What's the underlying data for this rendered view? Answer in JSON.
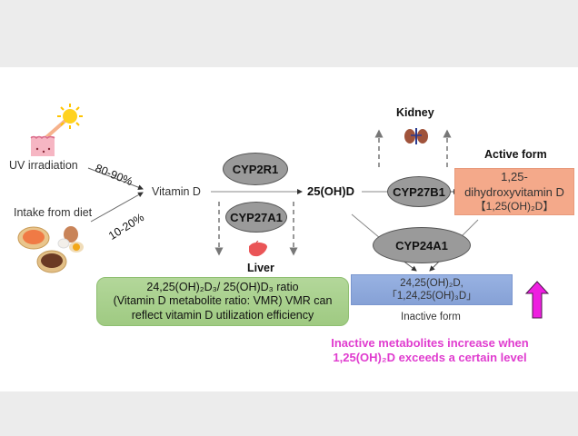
{
  "inputs": {
    "uv": {
      "label": "UV irradiation",
      "percent": "80-90%"
    },
    "diet": {
      "label": "Intake from diet",
      "percent": "10-20%"
    }
  },
  "vitamin_d": "Vitamin D",
  "liver": {
    "label": "Liver",
    "enzymes": [
      "CYP2R1",
      "CYP27A1"
    ]
  },
  "metabolite_25": "25(OH)D",
  "kidney": {
    "label": "Kidney",
    "enzyme": "CYP27B1"
  },
  "active": {
    "title": "Active form",
    "line1": "1,25-",
    "line2": "dihydroxyvitamin D",
    "line3": "【1,25(OH)₂D】"
  },
  "catabolic_enzyme": "CYP24A1",
  "inactive": {
    "line1": "24,25(OH)₂D,",
    "line2": "「1,24,25(OH)₃D」",
    "caption": "Inactive form"
  },
  "vmr": {
    "line1": "24,25(OH)₂D₃/ 25(OH)D₃ ratio",
    "line2": "(Vitamin D metabolite ratio: VMR) VMR can",
    "line3": "reflect vitamin D utilization efficiency"
  },
  "note": {
    "line1": "Inactive metabolites increase when",
    "line2": "1,25(OH)₂D exceeds a certain level",
    "color": "#e03ccf"
  },
  "icons": [
    "sun-skin-icon",
    "food-icon",
    "liver-icon",
    "kidney-icon",
    "up-arrow-icon"
  ]
}
